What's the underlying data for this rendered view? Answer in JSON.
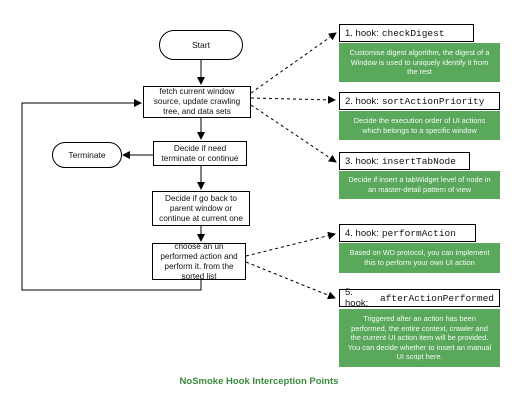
{
  "flow": {
    "start": "Start",
    "fetch": "fetch current window source, update crawling tree, and data sets",
    "decide_terminate": "Decide if need terminate or continue",
    "terminate": "Terminate",
    "decide_parent": "Decide if go back to parent window or continue at current one",
    "choose": "choose an un performed action and perform it. from the sorted list"
  },
  "hooks": [
    {
      "number": "1. hook:",
      "name": "checkDigest",
      "desc": "Customise digest algorithm,  the digest of a Window is used to uniquely identify it from the rest"
    },
    {
      "number": "2. hook:",
      "name": "sortActionPriority",
      "desc": "Decide the execution order of UI actions which belongs to a specific window"
    },
    {
      "number": "3. hook:",
      "name": "insertTabNode",
      "desc": "Decide if insert a tabWidget level of node in an master-detail pattern of view"
    },
    {
      "number": "4. hook:",
      "name": "performAction",
      "desc": "Based on WD protocol,  you can implement this to perform your own UI action"
    },
    {
      "number": "5. hook:",
      "name": "afterActionPerformed",
      "desc": "Triggered after an action has been performed, the entire context, crawler and the current UI action item will be provided.  You can decide whether to insert an manual UI script here."
    }
  ],
  "footer": {
    "brand": "NoSmoke",
    "text": " Hook Interception Points"
  },
  "colors": {
    "accent_green": "#5aa85c",
    "footer_green": "#3a8a3f"
  }
}
